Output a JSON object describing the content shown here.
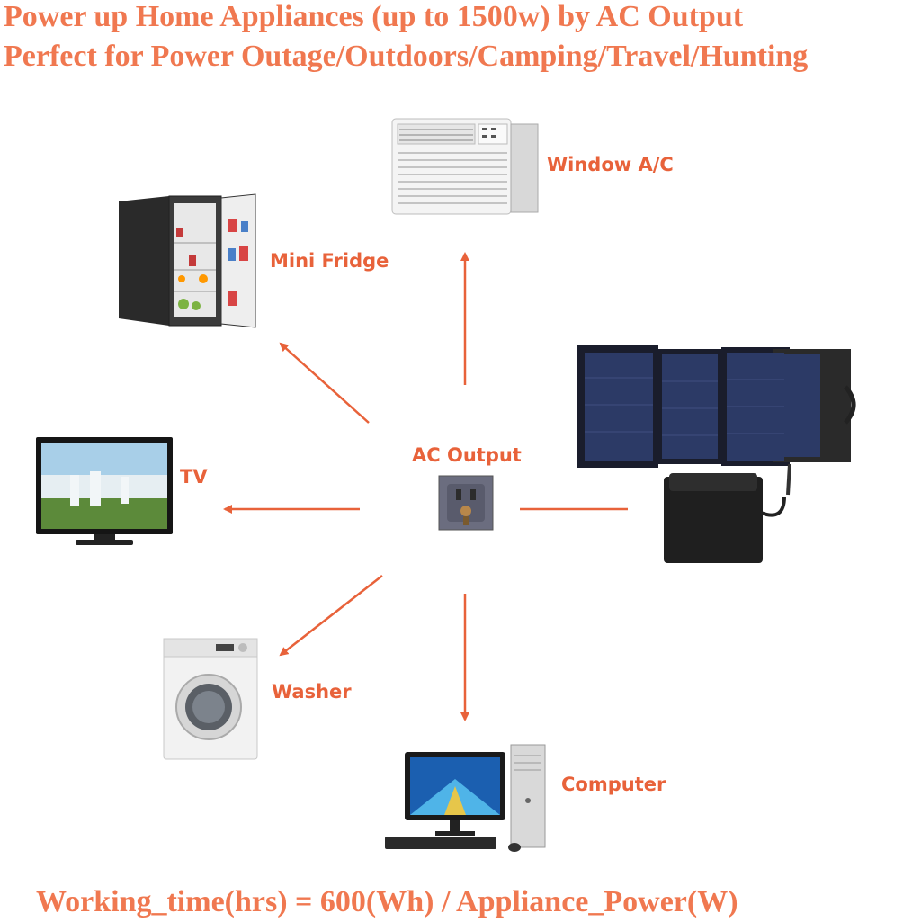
{
  "header": {
    "line1": "Power up Home Appliances (up to 1500w) by AC Output",
    "line2": "Perfect for Power Outage/Outdoors/Camping/Travel/Hunting"
  },
  "center": {
    "label": "AC Output"
  },
  "appliances": {
    "window_ac": "Window A/C",
    "mini_fridge": "Mini Fridge",
    "tv": "TV",
    "washer": "Washer",
    "computer": "Computer"
  },
  "footer": {
    "formula": "Working_time(hrs) = 600(Wh) / Appliance_Power(W)"
  },
  "colors": {
    "accent": "#e8623a",
    "heading": "#f07850"
  }
}
